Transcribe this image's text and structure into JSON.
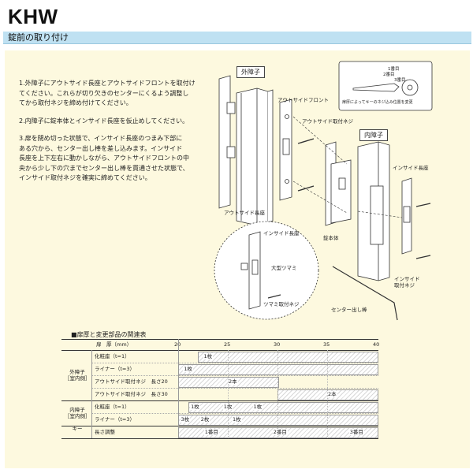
{
  "title": "KHW",
  "section": "錠前の取り付け",
  "instructions": [
    "1.外障子にアウトサイド長座とアウトサイドフロントを取付け\nてください。これらが切り欠きのセンターにくるよう調整し\nてから取付ネジを締め付けてください。",
    "2.内障子に錠本体とインサイド長座を仮止めしてください。",
    "3.扉を閉め切った状態で、インサイド長座のつまみ下部に\nある穴から、センター出し棒を差し込みます。インサイド\n長座を上下左右に動かしながら、アウトサイドフロントの中\n央から少し下の穴までセンター出し棒を貫通させた状態で、\nインサイド取付ネジを確実に締めてください。"
  ],
  "diagram": {
    "outer_label": "外障子",
    "inner_label": "内障子",
    "parts": {
      "outside_front": "アウトサイドフロント",
      "outside_screw": "アウトサイド取付ネジ",
      "outside_plate": "アウトサイド長座",
      "inside_plate": "インサイド長座",
      "inside_plate_detail": "インサイド長座",
      "lock_body": "錠本体",
      "inside_screw": "インサイド\n取付ネジ",
      "center_rod": "センター出し棒",
      "knob": "大型ツマミ",
      "knob_screw": "ツマミ取付ネジ"
    },
    "key": {
      "label1": "1番目",
      "label2": "2番目",
      "label3": "3番目",
      "note": "扉厚によってキーのネジ込み位置を変更"
    }
  },
  "table": {
    "title": "■扉厚と変更部品の関連表",
    "header": "扉　厚（mm）",
    "scale": [
      "20",
      "25",
      "30",
      "35",
      "40"
    ],
    "groups": [
      {
        "name": "外障子\n［室内側］",
        "rows": [
          {
            "label": "化粧座（t=1）",
            "segments": [
              {
                "from": 22,
                "to": 40,
                "texts": [
                  {
                    "at": 22.5,
                    "t": "1枚"
                  }
                ]
              }
            ]
          },
          {
            "label": "ライナー（t=3）",
            "segments": [
              {
                "from": 20,
                "to": 40,
                "texts": [
                  {
                    "at": 20.5,
                    "t": "1枚"
                  }
                ]
              }
            ]
          },
          {
            "label": "アウトサイド取付ネジ　長さ20",
            "segments": [
              {
                "from": 20,
                "to": 30,
                "texts": [
                  {
                    "at": 25,
                    "t": "2本"
                  }
                ]
              }
            ]
          },
          {
            "label": "アウトサイド取付ネジ　長さ30",
            "segments": [
              {
                "from": 30,
                "to": 40,
                "texts": [
                  {
                    "at": 35,
                    "t": "2本"
                  }
                ]
              }
            ]
          }
        ]
      },
      {
        "name": "内障子\n［室内側］",
        "rows": [
          {
            "label": "化粧座（t=1）",
            "segments": [
              {
                "from": 21,
                "to": 40,
                "texts": [
                  {
                    "at": 21.2,
                    "t": "1枚"
                  },
                  {
                    "at": 24.5,
                    "t": "1枚"
                  },
                  {
                    "at": 27.5,
                    "t": "1枚"
                  }
                ]
              }
            ]
          },
          {
            "label": "ライナー（t=3）",
            "segments": [
              {
                "from": 20,
                "to": 40,
                "texts": [
                  {
                    "at": 20.2,
                    "t": "3枚"
                  },
                  {
                    "at": 22.2,
                    "t": "2枚"
                  },
                  {
                    "at": 25.4,
                    "t": "1枚"
                  }
                ]
              }
            ]
          }
        ]
      },
      {
        "name": "キー",
        "rows": [
          {
            "label": "長さ調整",
            "segments": [
              {
                "from": 20,
                "to": 40,
                "texts": [
                  {
                    "at": 22.6,
                    "t": "1番目"
                  },
                  {
                    "at": 29.5,
                    "t": "2番目"
                  },
                  {
                    "at": 37.2,
                    "t": "3番目"
                  }
                ]
              }
            ]
          }
        ]
      }
    ]
  }
}
